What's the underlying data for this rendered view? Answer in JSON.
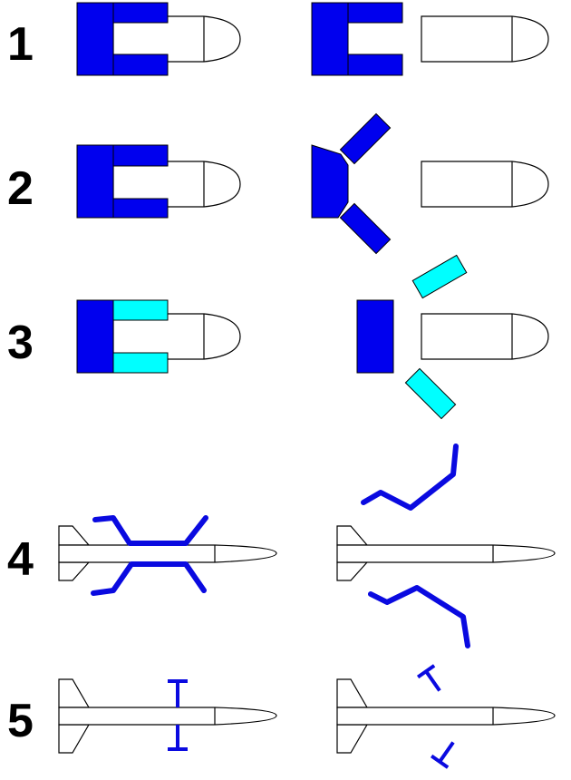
{
  "rows": [
    {
      "number": "1"
    },
    {
      "number": "2"
    },
    {
      "number": "3"
    },
    {
      "number": "4"
    },
    {
      "number": "5"
    }
  ],
  "colors": {
    "sabot": "#0000ee",
    "sabot_petal_alt": "#00ffff",
    "restraint": "#0a0ae0",
    "outline": "#000000",
    "background": "#ffffff"
  }
}
